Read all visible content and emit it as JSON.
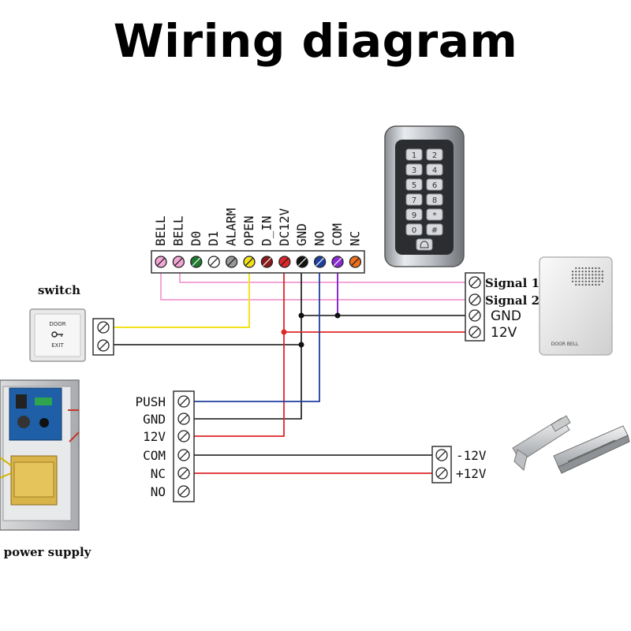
{
  "title": "Wiring diagram",
  "controller_terminals": [
    {
      "label": "BELL",
      "color": "#f4a6d7"
    },
    {
      "label": "BELL",
      "color": "#f4a6d7"
    },
    {
      "label": "D0",
      "color": "#1e7a2e"
    },
    {
      "label": "D1",
      "color": "#ffffff"
    },
    {
      "label": "ALARM",
      "color": "#999999"
    },
    {
      "label": "OPEN",
      "color": "#f2e21b"
    },
    {
      "label": "D_IN",
      "color": "#8b1a1a"
    },
    {
      "label": "DC12V",
      "color": "#e0262a"
    },
    {
      "label": "GND",
      "color": "#111111"
    },
    {
      "label": "NO",
      "color": "#1f3f9f"
    },
    {
      "label": "COM",
      "color": "#8a2bd0"
    },
    {
      "label": "NC",
      "color": "#f0701a"
    }
  ],
  "switch": {
    "label": "switch",
    "text_top": "DOOR",
    "text_bottom": "EXIT"
  },
  "doorbell": {
    "terminals": [
      "Signal 1",
      "Signal 2",
      "GND",
      "12V"
    ],
    "device_text": "DOOR BELL"
  },
  "power_supply": {
    "label": "power supply",
    "terminals": [
      "PUSH",
      "GND",
      "12V",
      "COM",
      "NC",
      "NO"
    ]
  },
  "lock": {
    "terminals": [
      "-12V",
      "+12V"
    ]
  },
  "keypad": {
    "keys": [
      "1",
      "2",
      "3",
      "4",
      "5",
      "6",
      "7",
      "8",
      "9",
      "*",
      "0",
      "#"
    ]
  },
  "colors": {
    "pink": "#f4a6d7",
    "yellow": "#f2e21b",
    "red": "#e0262a",
    "black": "#111111",
    "blue": "#1f3f9f",
    "purple": "#8a2bd0"
  }
}
